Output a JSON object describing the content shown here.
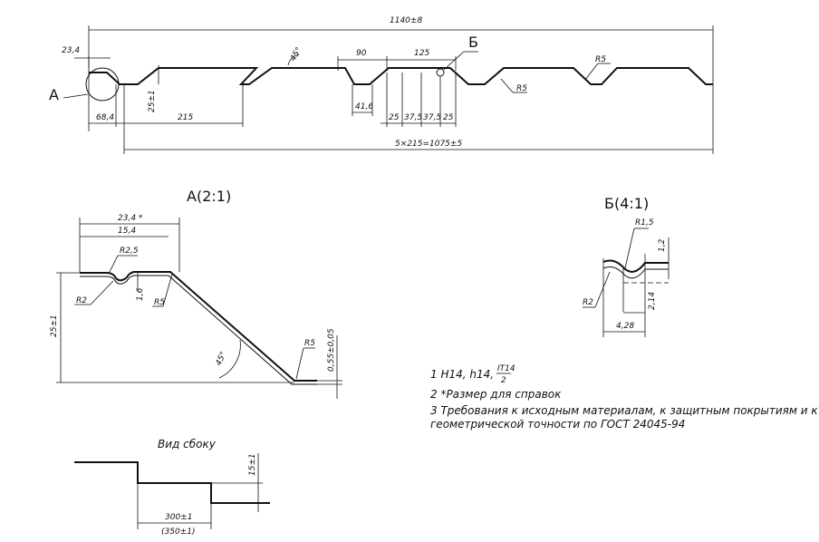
{
  "main_view": {
    "overall_width": "1140±8",
    "dim_edge": "23,4",
    "dim_top_90": "90",
    "dim_top_125": "125",
    "dim_angle": "45°",
    "dim_height": "25±1",
    "dim_pitch": "215",
    "dim_start": "68,4",
    "dim_41_6": "41,6",
    "dim_25a": "25",
    "dim_37_5a": "37,5",
    "dim_37_5b": "37,5",
    "dim_25b": "25",
    "dim_total": "5×215=1075±5",
    "radius_top": "R5",
    "radius_bottom": "R5",
    "callout_a": "А",
    "callout_b": "Б"
  },
  "detail_a": {
    "title": "А(2:1)",
    "dim_23_4": "23,4 *",
    "dim_15_4": "15,4",
    "r_2_5": "R2,5",
    "r_2": "R2",
    "r_5_top": "R5",
    "r_5_bottom": "R5",
    "dim_1_6": "1,6",
    "dim_height": "25±1",
    "dim_angle": "45°",
    "dim_thickness": "0,55±0,05"
  },
  "detail_b": {
    "title": "Б(4:1)",
    "r_1_5": "R1,5",
    "r_2": "R2",
    "dim_1_2": "1,2",
    "dim_2_14": "2,14",
    "dim_4_28": "4,28"
  },
  "side_view": {
    "title": "Вид сбоку",
    "dim_15": "15±1",
    "dim_300": "300±1",
    "dim_350": "(350±1)"
  },
  "notes": {
    "line1_prefix": "1  H14, h14, ",
    "line1_frac_num": "IT14",
    "line1_frac_den": "2",
    "line2": "2  *Размер для справок",
    "line3": "3  Требования к исходным материалам, к защитным покрытиям и к",
    "line4": "геометрической точности по ГОСТ 24045-94"
  }
}
